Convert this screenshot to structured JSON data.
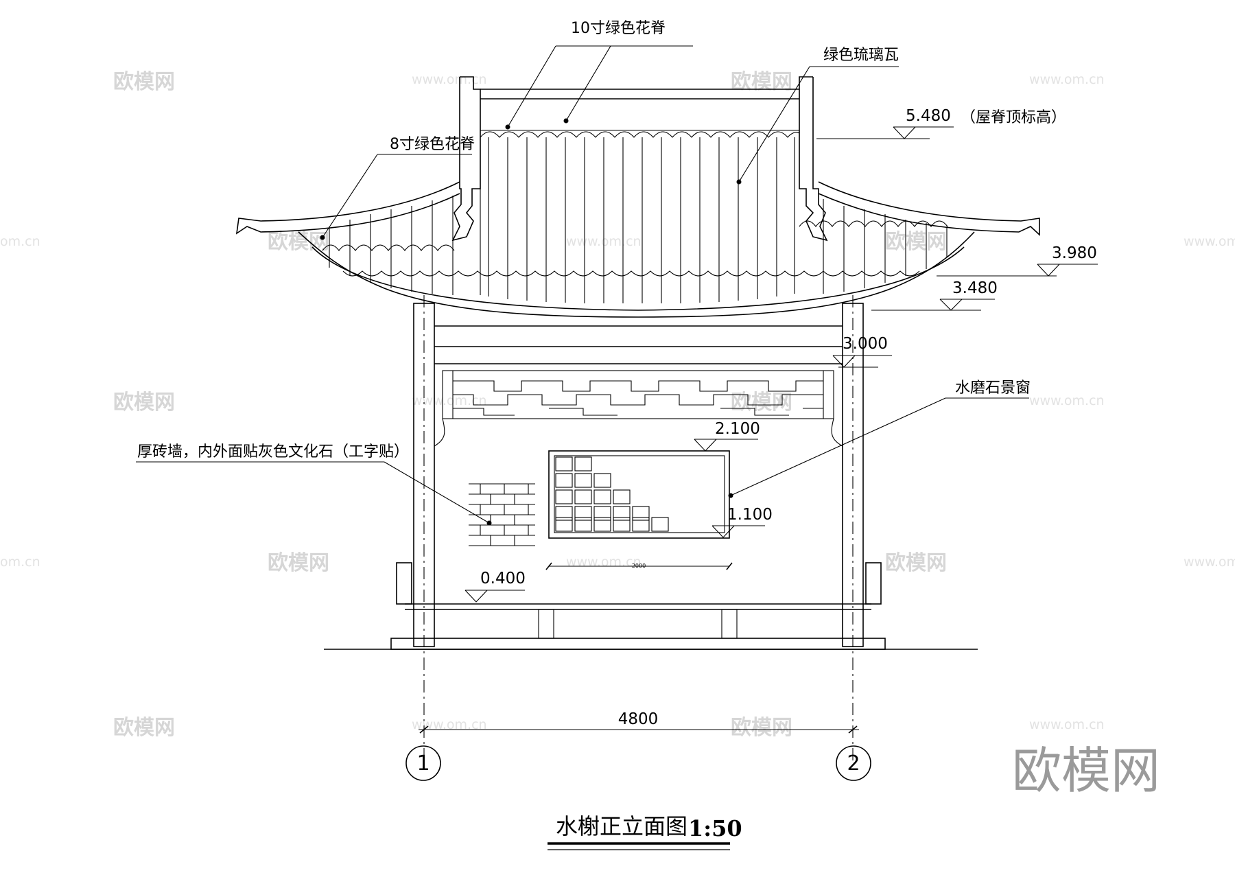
{
  "drawing": {
    "title": "水榭正立面图",
    "scale": "1:50"
  },
  "annotations": {
    "ridge_10": "10寸绿色花脊",
    "tile": "绿色琉璃瓦",
    "ridge_8": "8寸绿色花脊",
    "window": "水磨石景窗",
    "wall": "厚砖墙，内外面贴灰色文化石（工字贴）"
  },
  "elevations": {
    "ridge_top_value": "5.480",
    "ridge_top_note": "（屋脊顶标高）",
    "eave_upper": "3.980",
    "eave_lower": "3.480",
    "beam": "3.000",
    "window_top": "2.100",
    "window_bottom": "1.100",
    "floor": "0.400"
  },
  "dimensions": {
    "total_width": "4800",
    "window_width": "2000"
  },
  "axes": {
    "left": "1",
    "right": "2"
  },
  "watermark": {
    "text": "欧模网",
    "url": "www.om.cn",
    "url_short": "om.cn",
    "brand": "欧模网"
  }
}
